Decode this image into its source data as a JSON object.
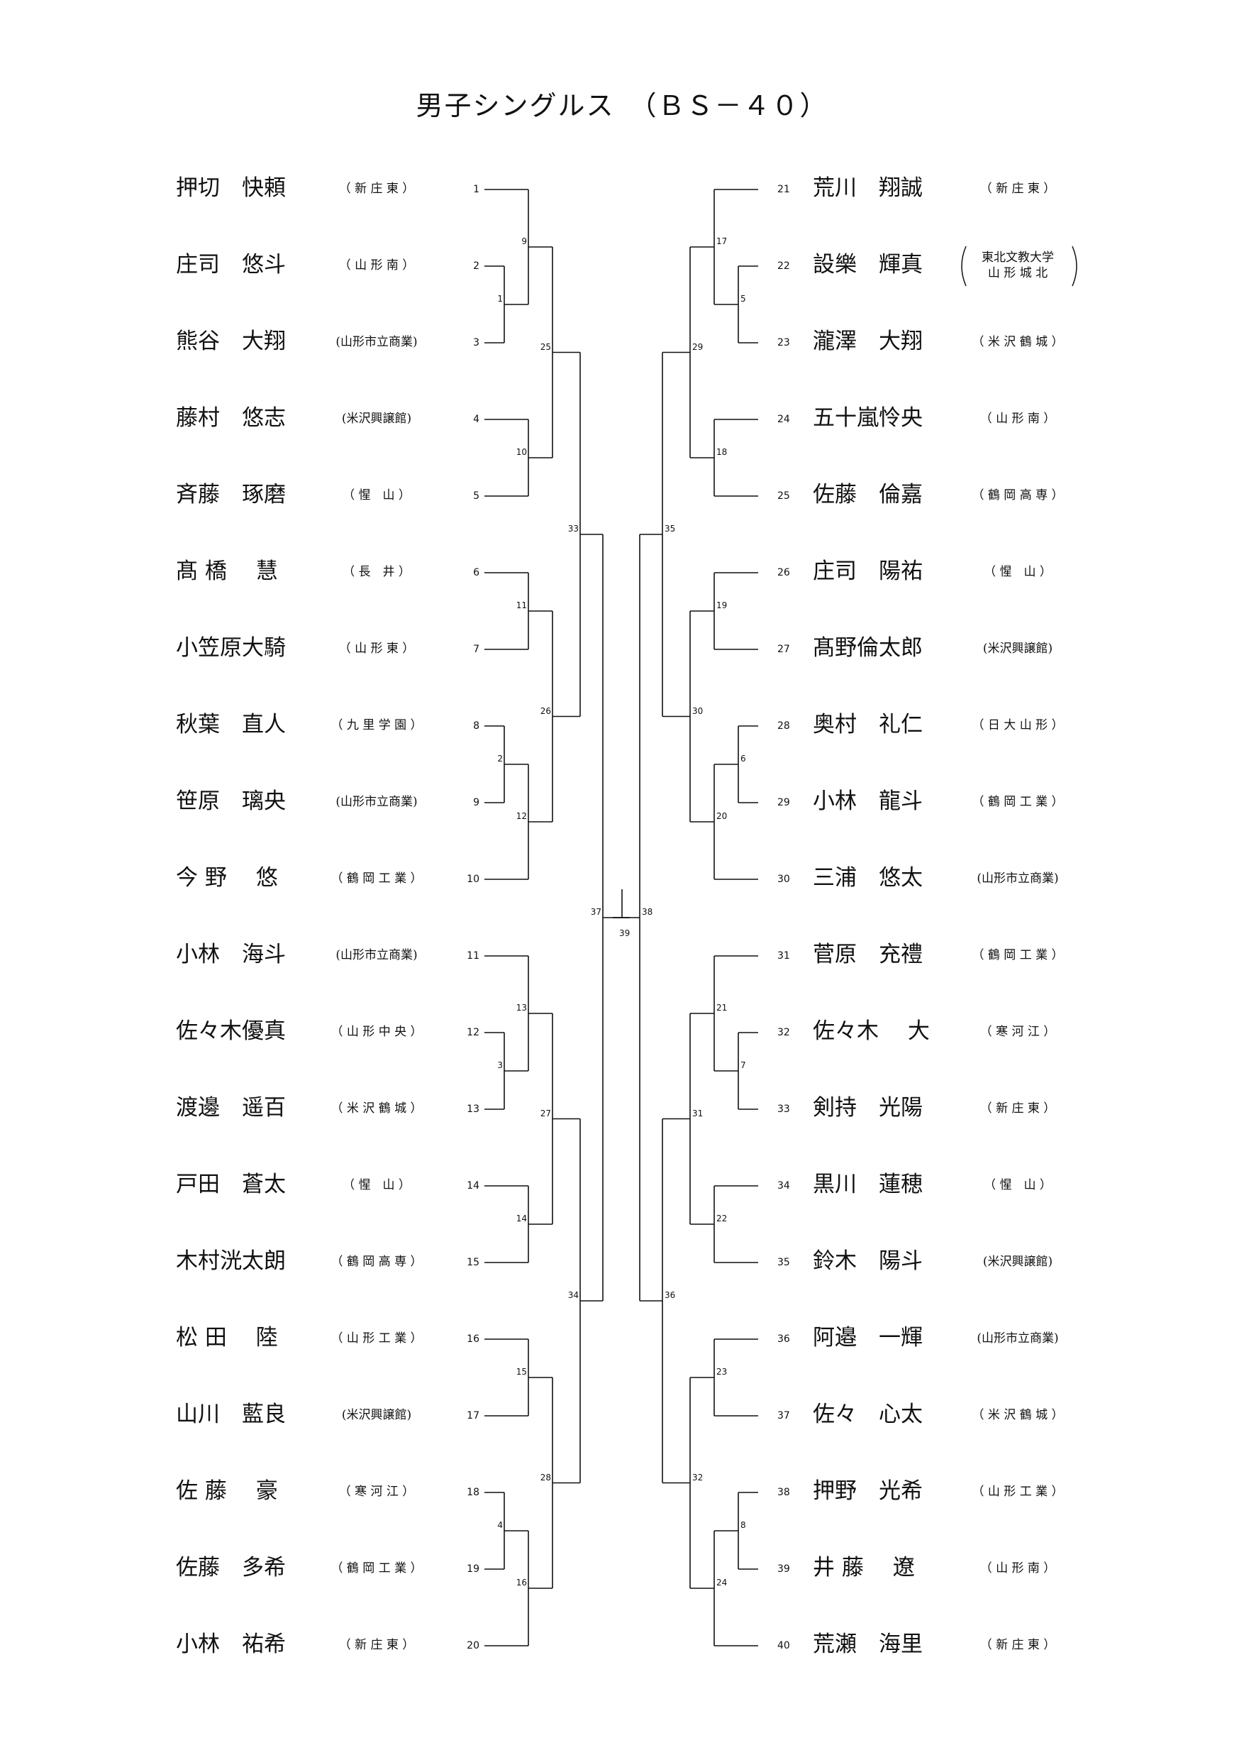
{
  "title": "男子シングルス　（ＢＳ－４０）",
  "left": [
    {
      "seed": "1",
      "name": "押切　快頼",
      "school": "（ 新 庄 東 ）"
    },
    {
      "seed": "2",
      "name": "庄司　悠斗",
      "school": "（ 山 形 南 ）"
    },
    {
      "seed": "3",
      "name": "熊谷　大翔",
      "school": "(山形市立商業)"
    },
    {
      "seed": "4",
      "name": "藤村　悠志",
      "school": "(米沢興譲館)"
    },
    {
      "seed": "5",
      "name": "斉藤　琢磨",
      "school": "（ 惺　山 ）"
    },
    {
      "seed": "6",
      "name": "髙 橋　 慧",
      "school": "（ 長　井 ）"
    },
    {
      "seed": "7",
      "name": "小笠原大騎",
      "school": "（ 山 形 東 ）"
    },
    {
      "seed": "8",
      "name": "秋葉　直人",
      "school": "（ 九 里 学 園 ）"
    },
    {
      "seed": "9",
      "name": "笹原　璃央",
      "school": "(山形市立商業)"
    },
    {
      "seed": "10",
      "name": "今 野　 悠",
      "school": "（ 鶴 岡 工 業 ）"
    },
    {
      "seed": "11",
      "name": "小林　海斗",
      "school": "(山形市立商業)"
    },
    {
      "seed": "12",
      "name": "佐々木優真",
      "school": "（ 山 形 中 央 ）"
    },
    {
      "seed": "13",
      "name": "渡邊　遥百",
      "school": "（ 米 沢 鶴 城 ）"
    },
    {
      "seed": "14",
      "name": "戸田　蒼太",
      "school": "（ 惺　山 ）"
    },
    {
      "seed": "15",
      "name": "木村洸太朗",
      "school": "（ 鶴 岡 高 専 ）"
    },
    {
      "seed": "16",
      "name": "松 田　 陸",
      "school": "（ 山 形 工 業 ）"
    },
    {
      "seed": "17",
      "name": "山川　藍良",
      "school": "(米沢興譲館)"
    },
    {
      "seed": "18",
      "name": "佐 藤　 豪",
      "school": "（ 寒 河 江 ）"
    },
    {
      "seed": "19",
      "name": "佐藤　多希",
      "school": "（ 鶴 岡 工 業 ）"
    },
    {
      "seed": "20",
      "name": "小林　祐希",
      "school": "（ 新 庄 東 ）"
    }
  ],
  "right": [
    {
      "seed": "21",
      "name": "荒川　翔誠",
      "school": "（ 新 庄 東 ）"
    },
    {
      "seed": "22",
      "name": "設樂　輝真",
      "school1": "東北文教大学",
      "school2": "山 形 城 北"
    },
    {
      "seed": "23",
      "name": "瀧澤　大翔",
      "school": "（ 米 沢 鶴 城 ）"
    },
    {
      "seed": "24",
      "name": "五十嵐怜央",
      "school": "（ 山 形 南 ）"
    },
    {
      "seed": "25",
      "name": "佐藤　倫嘉",
      "school": "（ 鶴 岡 高 専 ）"
    },
    {
      "seed": "26",
      "name": "庄司　陽祐",
      "school": "（ 惺　山 ）"
    },
    {
      "seed": "27",
      "name": "髙野倫太郎",
      "school": "(米沢興譲館)"
    },
    {
      "seed": "28",
      "name": "奥村　礼仁",
      "school": "（ 日 大 山 形 ）"
    },
    {
      "seed": "29",
      "name": "小林　龍斗",
      "school": "（ 鶴 岡 工 業 ）"
    },
    {
      "seed": "30",
      "name": "三浦　悠太",
      "school": "(山形市立商業)"
    },
    {
      "seed": "31",
      "name": "菅原　充禮",
      "school": "（ 鶴 岡 工 業 ）"
    },
    {
      "seed": "32",
      "name": "佐々木　 大",
      "school": "（ 寒 河 江 ）"
    },
    {
      "seed": "33",
      "name": "剣持　光陽",
      "school": "（ 新 庄 東 ）"
    },
    {
      "seed": "34",
      "name": "黒川　蓮穂",
      "school": "（ 惺　山 ）"
    },
    {
      "seed": "35",
      "name": "鈴木　陽斗",
      "school": "(米沢興譲館)"
    },
    {
      "seed": "36",
      "name": "阿邉　一輝",
      "school": "(山形市立商業)"
    },
    {
      "seed": "37",
      "name": "佐々　心太",
      "school": "（ 米 沢 鶴 城 ）"
    },
    {
      "seed": "38",
      "name": "押野　光希",
      "school": "（ 山 形 工 業 ）"
    },
    {
      "seed": "39",
      "name": "井 藤　 遼",
      "school": "（ 山 形 南 ）"
    },
    {
      "seed": "40",
      "name": "荒瀬　海里",
      "school": "（ 新 庄 東 ）"
    }
  ],
  "match_numbers": {
    "m1": "1",
    "m2": "2",
    "m3": "3",
    "m4": "4",
    "m5": "5",
    "m6": "6",
    "m7": "7",
    "m8": "8",
    "m9": "9",
    "m10": "10",
    "m11": "11",
    "m12": "12",
    "m13": "13",
    "m14": "14",
    "m15": "15",
    "m16": "16",
    "m17": "17",
    "m18": "18",
    "m19": "19",
    "m20": "20",
    "m21": "21",
    "m22": "22",
    "m23": "23",
    "m24": "24",
    "m25": "25",
    "m26": "26",
    "m27": "27",
    "m28": "28",
    "m29": "29",
    "m30": "30",
    "m31": "31",
    "m32": "32",
    "m33": "33",
    "m34": "34",
    "m35": "35",
    "m36": "36",
    "m37": "37",
    "m38": "38",
    "m39": "39"
  }
}
